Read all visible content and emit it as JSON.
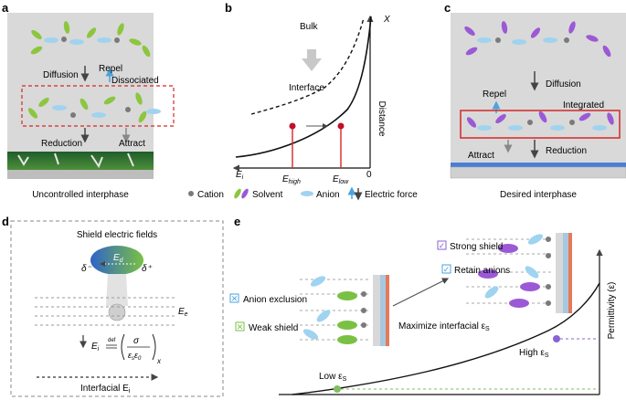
{
  "panels": {
    "a": {
      "letter": "a",
      "labels": {
        "diffusion": "Diffusion",
        "repel": "Repel",
        "dissociated": "Dissociated",
        "reduction": "Reduction",
        "attract": "Attract"
      },
      "caption": "Uncontrolled interphase"
    },
    "b": {
      "letter": "b",
      "bulk": "Bulk",
      "interface": "Interface",
      "x_axis_label": "E",
      "x_axis_sub": "i",
      "y_axis_label": "Distance",
      "y_top": "X",
      "origin": "0",
      "tick_high": "E",
      "tick_high_sub": "high",
      "tick_low": "E",
      "tick_low_sub": "low"
    },
    "c": {
      "letter": "c",
      "labels": {
        "diffusion": "Diffusion",
        "repel": "Repel",
        "integrated": "Integrated",
        "attract": "Attract",
        "reduction": "Reduction"
      },
      "caption": "Desired interphase"
    },
    "legend": {
      "cation": "Cation",
      "solvent": "Solvent",
      "anion": "Anion",
      "force": "Electric force"
    },
    "d": {
      "letter": "d",
      "title": "Shield electric fields",
      "dipole": "E",
      "dipole_sub": "d",
      "delta_minus": "δ⁻",
      "delta_plus": "δ⁺",
      "field": "E",
      "field_sub": "e",
      "eq_lhs": "E",
      "eq_lhs_sub": "i",
      "eq_def": "def",
      "eq_num": "σ",
      "eq_den": "ε",
      "eq_den_sub1": "s",
      "eq_den_mid": "ε",
      "eq_den_sub2": "0",
      "eq_x": "x",
      "footer": "Interfacial E",
      "footer_sub": "i"
    },
    "e": {
      "letter": "e",
      "anion_exclusion": "Anion exclusion",
      "weak_shield": "Weak shield",
      "strong_shield": "Strong shield",
      "retain_anions": "Retain anions",
      "maximize": "Maximize interfacial ε",
      "maximize_sub": "S",
      "low": "Low ε",
      "low_sub": "S",
      "high": "High ε",
      "high_sub": "S",
      "y_axis": "Permittivity (ε)"
    }
  },
  "colors": {
    "solvent_green": "#8cc63f",
    "solvent_purple": "#9b59d6",
    "anion_blue": "#9fd3f0",
    "cation_gray": "#7a7a7a",
    "force_blue": "#4aa3df",
    "highlight_red": "#d62728",
    "electrode_blue": "#4a7fd4",
    "panel_bg": "#d9d9d9",
    "low_dash": "#7fbf5f",
    "high_dash": "#8a63d2"
  }
}
